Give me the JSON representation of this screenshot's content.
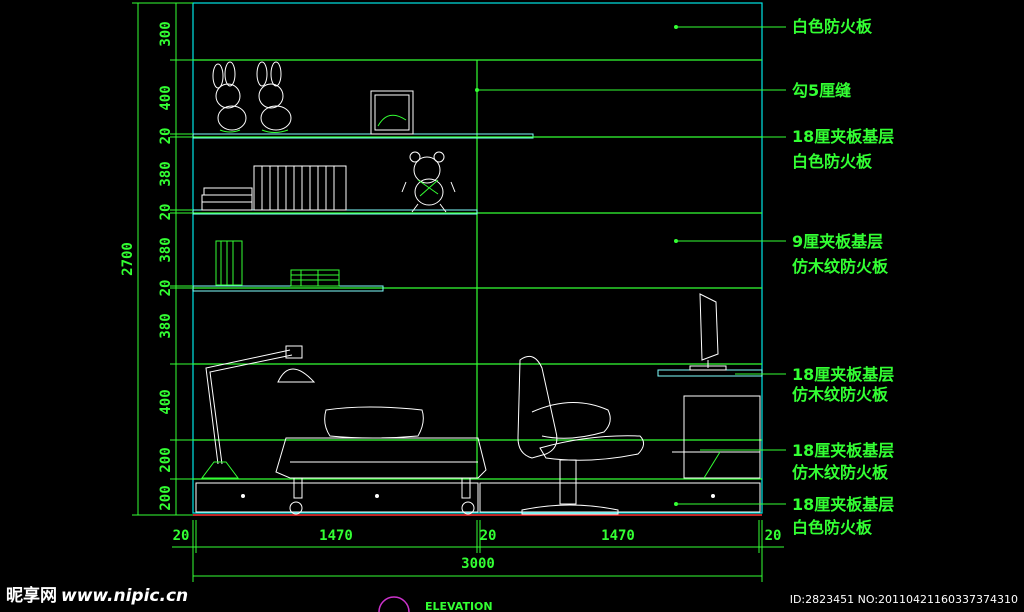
{
  "drawing": {
    "title_code": "ELEVATION",
    "total_height_dim": "2700",
    "total_width_dim": "3000",
    "left_dims": [
      "300",
      "400",
      "20",
      "380",
      "20",
      "380",
      "20",
      "380",
      "400",
      "200",
      "200"
    ],
    "bottom_dims": [
      "20",
      "1470",
      "20",
      "1470",
      "20"
    ]
  },
  "annotations": [
    {
      "lines": [
        "白色防火板"
      ]
    },
    {
      "lines": [
        "勾5厘缝"
      ]
    },
    {
      "lines": [
        "18厘夹板基层",
        "白色防火板"
      ]
    },
    {
      "lines": [
        "9厘夹板基层",
        "仿木纹防火板"
      ]
    },
    {
      "lines": [
        "18厘夹板基层",
        "仿木纹防火板"
      ]
    },
    {
      "lines": [
        "18厘夹板基层",
        "仿木纹防火板"
      ]
    },
    {
      "lines": [
        "18厘夹板基层",
        "白色防火板"
      ]
    }
  ],
  "watermark": {
    "site_cn": "昵享网",
    "site_url": "www.nipic.cn"
  },
  "image_id": "ID:2823451 NO:20110421160337374310",
  "colors": {
    "line": "#33ff33",
    "outline": "#7fffff",
    "accent": "#ff3333",
    "text": "#33ff33"
  }
}
